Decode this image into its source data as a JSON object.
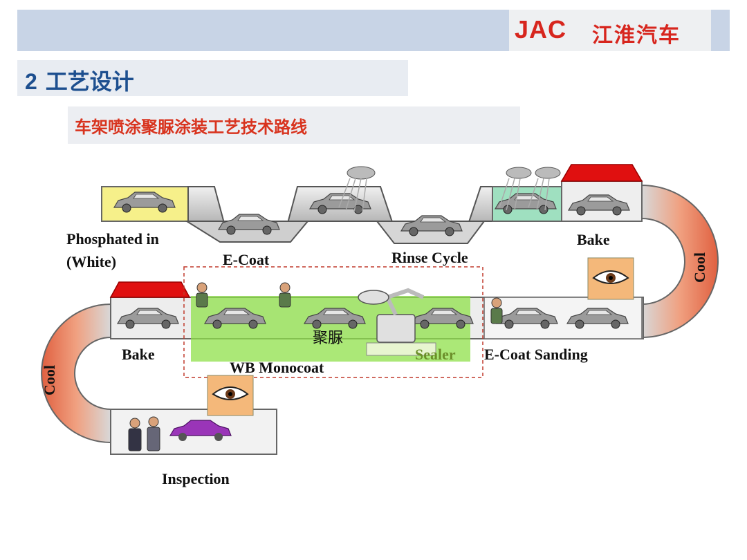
{
  "header": {
    "logo_text": "JAC",
    "logo_cn": "江淮汽车"
  },
  "section": {
    "number": "2",
    "title": "工艺设计"
  },
  "subtitle": "车架喷涂聚脲涂装工艺技术路线",
  "stations": {
    "phosphated": "Phosphated in",
    "phosphated_2": "(White)",
    "ecoat": "E-Coat",
    "rinse": "Rinse Cycle",
    "bake_top": "Bake",
    "cool_right": "Cool",
    "ecoat_sanding": "E-Coat Sanding",
    "sealer": "Sealer",
    "wb_monocoat": "WB Monocoat",
    "bake_left": "Bake",
    "cool_left": "Cool",
    "inspection": "Inspection"
  },
  "highlight_label": "聚脲",
  "colors": {
    "header": "#c8d4e6",
    "accent_red": "#d7261e",
    "title_blue": "#1d4f8f",
    "highlight_green": "#8fe04a",
    "dashed_red": "#c0392b"
  },
  "icons": [
    "car-icon",
    "shower-icon",
    "eye-icon",
    "worker-icon",
    "robot-icon",
    "oven-icon"
  ]
}
